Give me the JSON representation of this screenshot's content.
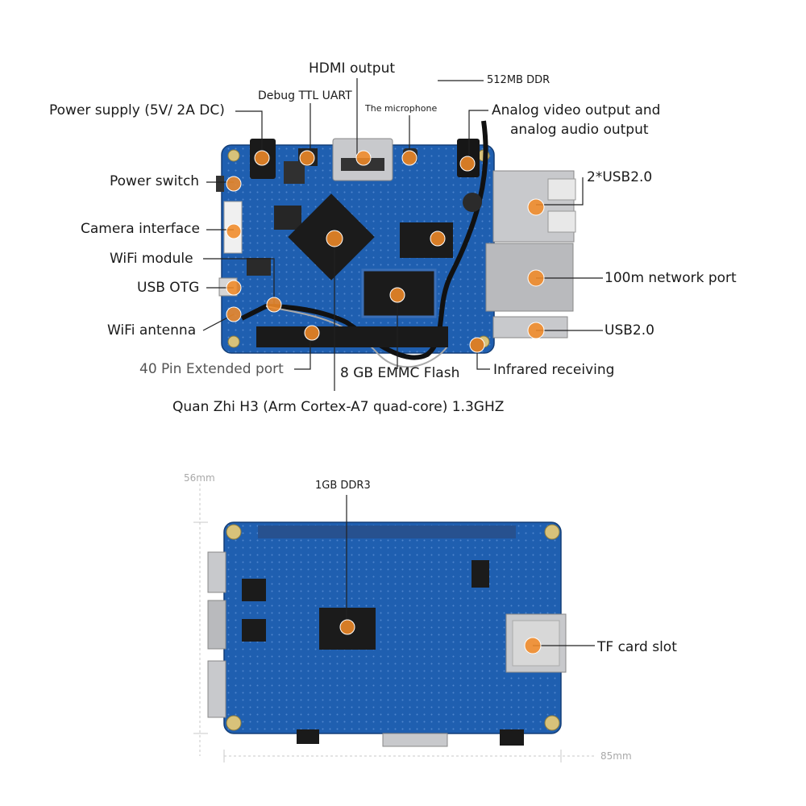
{
  "colors": {
    "pcb": "#1f5fb0",
    "pcb_dark": "#174c8f",
    "callout_dot": "#f08a28",
    "callout_line": "#222222",
    "connector_metal": "#c8c9cc",
    "chip": "#1b1b1b"
  },
  "top_view": {
    "labels": {
      "hdmi": "HDMI output",
      "ddr512": "512MB DDR",
      "debug_uart": "Debug TTL UART",
      "microphone": "The microphone",
      "power_supply": "Power supply (5V/ 2A DC)",
      "analog_av_1": "Analog video output and",
      "analog_av_2": "analog audio output",
      "power_switch": "Power switch",
      "usb2x": "2*USB2.0",
      "camera": "Camera interface",
      "wifi_module": "WiFi module",
      "usb_otg": "USB OTG",
      "network": "100m network port",
      "wifi_antenna": "WiFi antenna",
      "usb2": "USB2.0",
      "gpio": "40 Pin Extended port",
      "emmc": "8 GB EMMC Flash",
      "infrared": "Infrared receiving",
      "soc": "Quan Zhi H3 (Arm Cortex-A7 quad-core) 1.3GHZ"
    }
  },
  "bottom_view": {
    "labels": {
      "ddr3": "1GB DDR3",
      "tf_slot": "TF card slot",
      "dim_height": "56mm",
      "dim_width": "85mm"
    }
  }
}
